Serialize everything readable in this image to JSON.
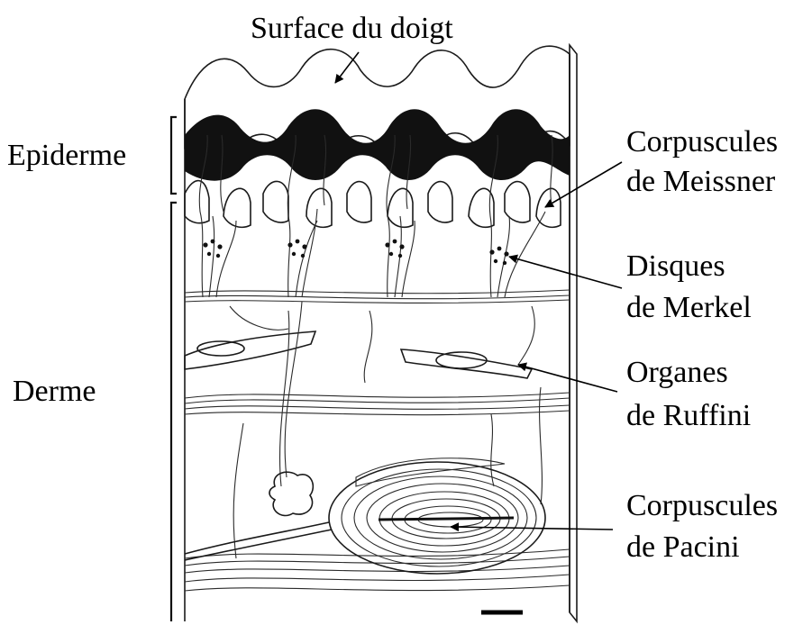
{
  "labels": {
    "surface": "Surface du doigt",
    "epiderme": "Epiderme",
    "derme": "Derme",
    "meissner_1": "Corpuscules",
    "meissner_2": "de Meissner",
    "merkel_1": "Disques",
    "merkel_2": "de Merkel",
    "ruffini_1": "Organes",
    "ruffini_2": "de Ruffini",
    "pacini_1": "Corpuscules",
    "pacini_2": "de Pacini"
  },
  "colors": {
    "text": "#000000",
    "ink": "#1a1a1a",
    "background": "#ffffff"
  }
}
